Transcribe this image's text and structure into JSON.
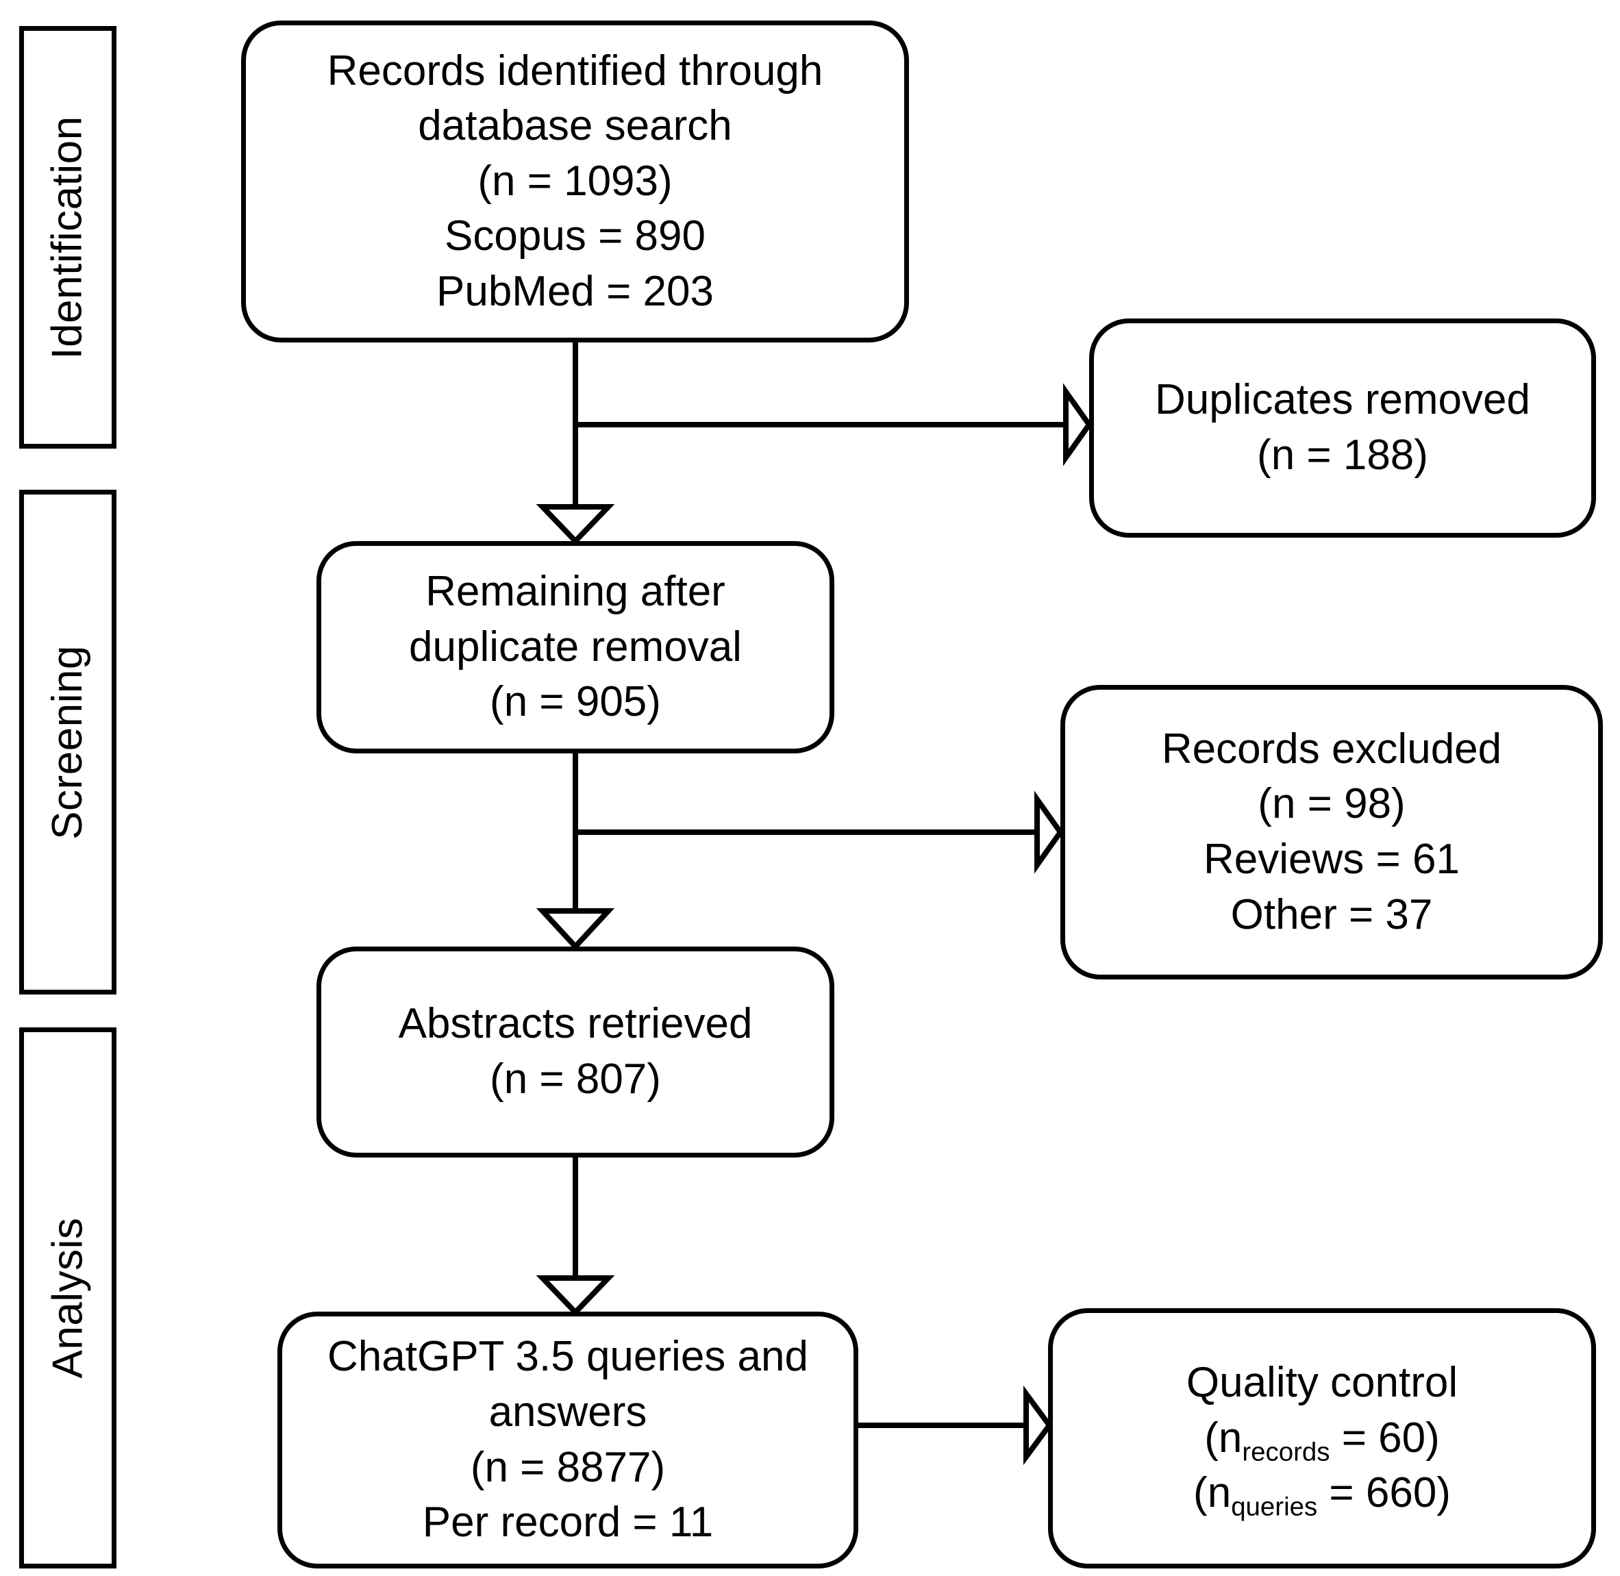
{
  "diagram": {
    "type": "prisma-flow-diagram",
    "title": "PRISMA study selection flow diagram",
    "stroke_color": "#000000",
    "fill_color": "#ffffff",
    "background_color": "#ffffff",
    "arrow_style": "hollow-triangle"
  },
  "stages": [
    {
      "id": "identification",
      "label": "Identification"
    },
    {
      "id": "screening",
      "label": "Screening"
    },
    {
      "id": "analysis",
      "label": "Analysis"
    }
  ],
  "boxes": {
    "records_identified": {
      "id": "records-identified",
      "lines": [
        "Records identified through",
        "database search",
        "(n = 1093)",
        "Scopus = 890",
        "PubMed = 203"
      ]
    },
    "duplicates_removed": {
      "id": "duplicates-removed",
      "lines": [
        "Duplicates removed",
        "(n = 188)"
      ]
    },
    "remaining_after_duplicates": {
      "id": "remaining-after-duplicate-removal",
      "lines": [
        "Remaining after",
        "duplicate removal",
        "(n = 905)"
      ]
    },
    "records_excluded": {
      "id": "records-excluded",
      "lines": [
        "Records excluded",
        "(n = 98)",
        "Reviews = 61",
        "Other = 37"
      ]
    },
    "abstracts_retrieved": {
      "id": "abstracts-retrieved",
      "lines": [
        "Abstracts retrieved",
        "(n = 807)"
      ]
    },
    "chatgpt_queries": {
      "id": "chatgpt-queries-and-answers",
      "lines": [
        "ChatGPT 3.5 queries and",
        "answers",
        "(n = 8877)",
        "Per record = 11"
      ]
    },
    "quality_control": {
      "id": "quality-control",
      "title_line": "Quality control",
      "records_prefix": "(n",
      "records_subscript": "records",
      "records_suffix": " = 60)",
      "queries_prefix": "(n",
      "queries_subscript": "queries",
      "queries_suffix": " = 660)"
    }
  },
  "chart_data": {
    "type": "flow",
    "title": "PRISMA study selection flow",
    "nodes": [
      {
        "id": "records-identified",
        "stage": "Identification",
        "label": "Records identified through database search",
        "n": 1093,
        "breakdown": {
          "Scopus": 890,
          "PubMed": 203
        }
      },
      {
        "id": "duplicates-removed",
        "stage": "Identification",
        "label": "Duplicates removed",
        "n": 188
      },
      {
        "id": "remaining-after-duplicate-removal",
        "stage": "Screening",
        "label": "Remaining after duplicate removal",
        "n": 905
      },
      {
        "id": "records-excluded",
        "stage": "Screening",
        "label": "Records excluded",
        "n": 98,
        "breakdown": {
          "Reviews": 61,
          "Other": 37
        }
      },
      {
        "id": "abstracts-retrieved",
        "stage": "Screening",
        "label": "Abstracts retrieved",
        "n": 807
      },
      {
        "id": "chatgpt-queries-and-answers",
        "stage": "Analysis",
        "label": "ChatGPT 3.5 queries and answers",
        "n": 8877,
        "breakdown": {
          "Per record": 11
        }
      },
      {
        "id": "quality-control",
        "stage": "Analysis",
        "label": "Quality control",
        "n_records": 60,
        "n_queries": 660
      }
    ],
    "edges": [
      {
        "from": "records-identified",
        "to": "duplicates-removed",
        "direction": "right"
      },
      {
        "from": "records-identified",
        "to": "remaining-after-duplicate-removal",
        "direction": "down"
      },
      {
        "from": "remaining-after-duplicate-removal",
        "to": "records-excluded",
        "direction": "right"
      },
      {
        "from": "remaining-after-duplicate-removal",
        "to": "abstracts-retrieved",
        "direction": "down"
      },
      {
        "from": "abstracts-retrieved",
        "to": "chatgpt-queries-and-answers",
        "direction": "down"
      },
      {
        "from": "chatgpt-queries-and-answers",
        "to": "quality-control",
        "direction": "right"
      }
    ]
  }
}
